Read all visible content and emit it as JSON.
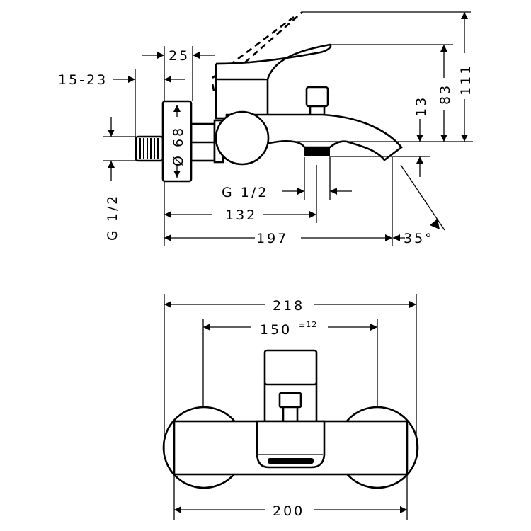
{
  "drawing": {
    "title": "Bath mixer dimension drawing",
    "side_view": {
      "dim_25": "25",
      "dim_15_23": "15-23",
      "dim_g12_inlet": "G 1/2",
      "dim_d68": "Ø 68",
      "dim_g12_outlet": "G 1/2",
      "dim_132": "132",
      "dim_197": "197",
      "dim_35deg": "35°",
      "dim_13": "13",
      "dim_83": "83",
      "dim_111": "111"
    },
    "front_view": {
      "dim_218": "218",
      "dim_150": "150",
      "dim_150_tol": "±12",
      "dim_200": "200"
    }
  }
}
